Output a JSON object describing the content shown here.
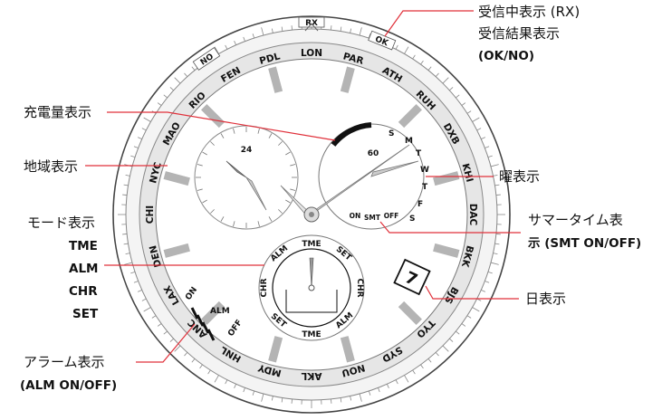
{
  "callouts": {
    "rx_line1": "受信中表示 (RX)",
    "rx_line2": "受信結果表示",
    "rx_line3": "(OK/NO)",
    "charge": "充電量表示",
    "region": "地域表示",
    "mode_title": "モード表示",
    "mode_items": [
      "TME",
      "ALM",
      "CHR",
      "SET"
    ],
    "alarm_line1": "アラーム表示",
    "alarm_line2": "(ALM ON/OFF)",
    "weekday": "曜表示",
    "summer_line1": "サマータイム表",
    "summer_line2": "示 (SMT ON/OFF)",
    "date_label": "日表示"
  },
  "dial": {
    "bezel_marks": {
      "rx": "RX",
      "ok": "OK",
      "no": "NO"
    },
    "cities": [
      "LON",
      "PAR",
      "ATH",
      "RUH",
      "DXB",
      "KHI",
      "DAC",
      "BKK",
      "BJS",
      "TYO",
      "SYD",
      "NOU",
      "AKL",
      "MDY",
      "HNL",
      "ANC",
      "LAX",
      "DEN",
      "CHI",
      "NYC",
      "MAO",
      "RIO",
      "FEN",
      "PDL"
    ],
    "subdial_24": "24",
    "charge_60": "60",
    "weekdays": [
      "S",
      "M",
      "T",
      "W",
      "T",
      "F",
      "S"
    ],
    "smt": {
      "on": "ON",
      "label": "SMT",
      "off": "OFF"
    },
    "mode_dial": [
      "TME",
      "SET",
      "CHR",
      "ALM",
      "TME",
      "SET",
      "CHR",
      "ALM"
    ],
    "alarm": {
      "on": "ON",
      "label": "ALM",
      "off": "OFF"
    },
    "date": "7"
  }
}
